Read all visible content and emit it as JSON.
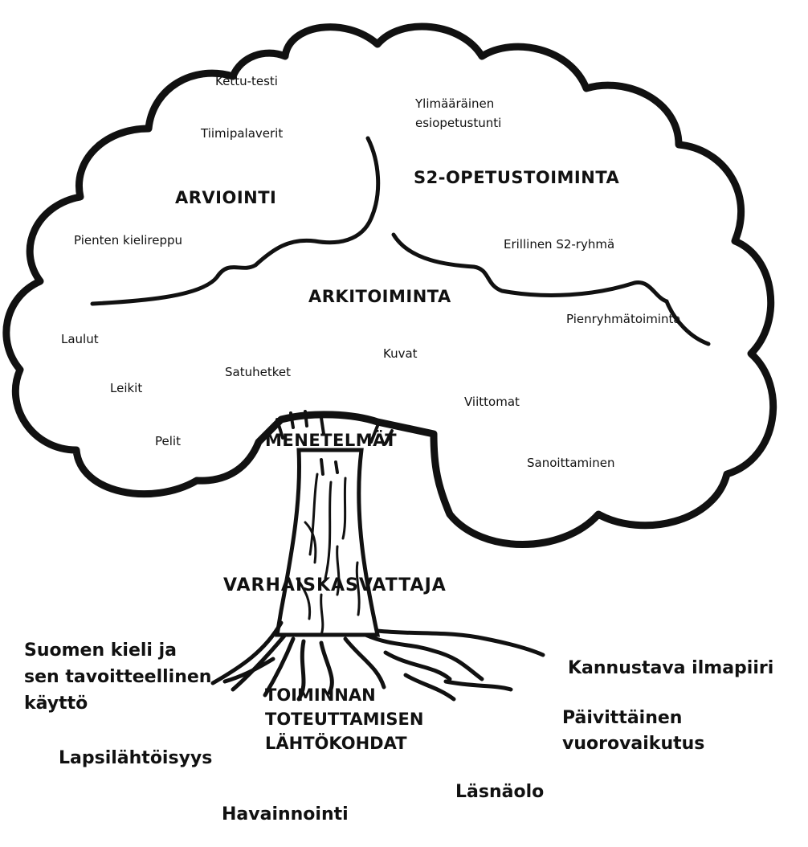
{
  "canopy": {
    "sections": {
      "arviointi": "ARVIOINTI",
      "s2": "S2-OPETUSTOIMINTA",
      "arkitoiminta": "ARKITOIMINTA",
      "menetelmat": "MENETELMÄT"
    },
    "items": {
      "kettu_testi": "Kettu-testi",
      "tiimipalaverit": "Tiimipalaverit",
      "pienten_kielireppu": "Pienten kielireppu",
      "ylimaarainen_1": "Ylimääräinen",
      "ylimaarainen_2": "esiopetustunti",
      "erillinen_s2": "Erillinen S2-ryhmä",
      "pienryhmatoiminta": "Pienryhmätoiminta",
      "laulut": "Laulut",
      "leikit": "Leikit",
      "satuhetket": "Satuhetket",
      "kuvat": "Kuvat",
      "viittomat": "Viittomat",
      "pelit": "Pelit",
      "sanoittaminen": "Sanoittaminen"
    }
  },
  "trunk": {
    "label": "VARHAISKASVATTAJA"
  },
  "roots": {
    "center_lines": [
      "TOIMINNAN",
      "TOTEUTTAMISEN",
      "LÄHTÖKOHDAT"
    ],
    "suomen_kieli": [
      "Suomen kieli ja",
      "sen tavoitteellinen",
      "käyttö"
    ],
    "lapsilahtoisyys": "Lapsilähtöisyys",
    "havainnointi": "Havainnointi",
    "lasnaolo": "Läsnäolo",
    "kannustava": "Kannustava ilmapiiri",
    "paivittainen": [
      "Päivittäinen",
      "vuorovaikutus"
    ]
  },
  "colors": {
    "ink": "#111111",
    "background": "#ffffff"
  }
}
